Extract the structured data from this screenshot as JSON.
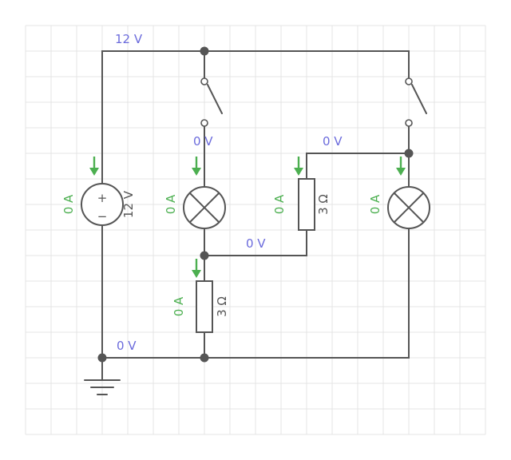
{
  "voltages": {
    "supply_rail": "12 V",
    "lamp1_node": "0 V",
    "lamp2_node": "0 V",
    "mid_node": "0 V",
    "ground_rail": "0 V"
  },
  "sources": [
    {
      "id": "battery",
      "value": "12 V",
      "current": "0 A",
      "symbols": {
        "plus": "+",
        "minus": "−"
      }
    }
  ],
  "lamps": [
    {
      "id": "lamp-1",
      "current": "0 A"
    },
    {
      "id": "lamp-2",
      "current": "0 A"
    }
  ],
  "resistors": [
    {
      "id": "resistor-1",
      "value": "3 Ω",
      "current": "0 A"
    },
    {
      "id": "resistor-2",
      "value": "3 Ω",
      "current": "0 A"
    }
  ],
  "switches": [
    {
      "id": "switch-1",
      "state": "open"
    },
    {
      "id": "switch-2",
      "state": "open"
    }
  ],
  "colors": {
    "wire": "#555555",
    "voltage_label": "#6b6bdc",
    "current_label": "#4caf50",
    "grid": "#e4e4e4"
  }
}
